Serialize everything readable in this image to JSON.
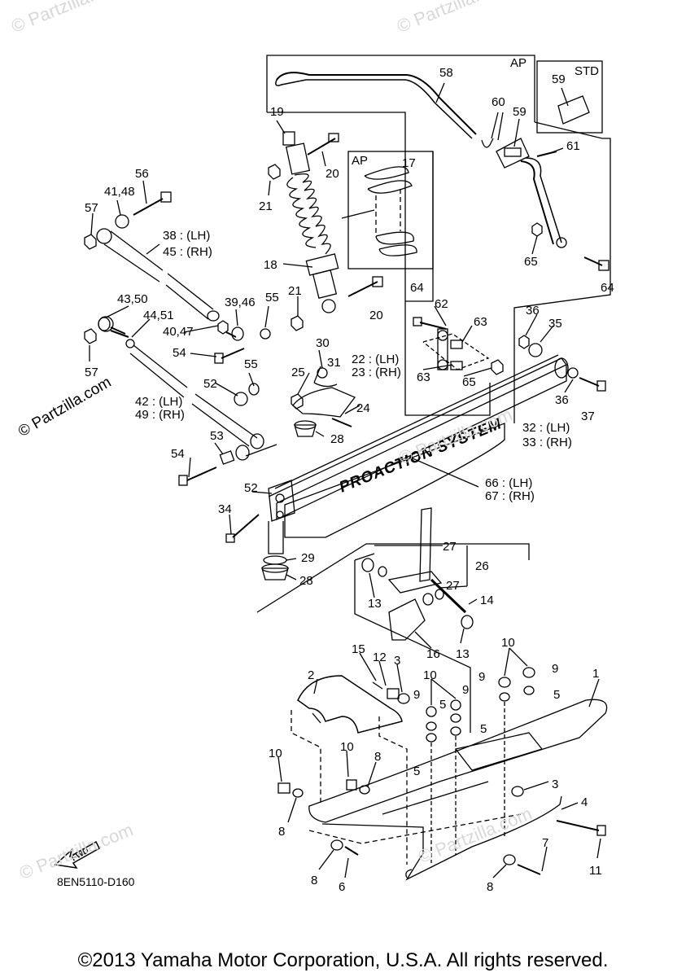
{
  "watermarks": {
    "main": "© Partzilla.com",
    "faint": [
      "© Partzilla.com",
      "© Partzilla.com",
      "© Partzilla.com",
      "© Partzilla.com",
      "© Partzilla.com"
    ]
  },
  "box_labels": {
    "ap_top": "AP",
    "std": "STD",
    "ap_spring": "AP"
  },
  "parts": [
    {
      "id": "p58",
      "text": "58"
    },
    {
      "id": "p59a",
      "text": "59"
    },
    {
      "id": "p60",
      "text": "60"
    },
    {
      "id": "p59b",
      "text": "59"
    },
    {
      "id": "p61",
      "text": "61"
    },
    {
      "id": "p19",
      "text": "19"
    },
    {
      "id": "p20a",
      "text": "20"
    },
    {
      "id": "p21a",
      "text": "21"
    },
    {
      "id": "p17",
      "text": "17"
    },
    {
      "id": "p56",
      "text": "56"
    },
    {
      "id": "p4148",
      "text": "41,48"
    },
    {
      "id": "p57a",
      "text": "57"
    },
    {
      "id": "p38",
      "text": "38 : (LH)"
    },
    {
      "id": "p45",
      "text": "45 : (RH)"
    },
    {
      "id": "p18",
      "text": "18"
    },
    {
      "id": "p65a",
      "text": "65"
    },
    {
      "id": "p64a",
      "text": "64"
    },
    {
      "id": "p64b",
      "text": "64"
    },
    {
      "id": "p62",
      "text": "62"
    },
    {
      "id": "p63a",
      "text": "63"
    },
    {
      "id": "p63b",
      "text": "63"
    },
    {
      "id": "p65b",
      "text": "65"
    },
    {
      "id": "p36a",
      "text": "36"
    },
    {
      "id": "p35",
      "text": "35"
    },
    {
      "id": "p36b",
      "text": "36"
    },
    {
      "id": "p37",
      "text": "37"
    },
    {
      "id": "p4350",
      "text": "43,50"
    },
    {
      "id": "p4451",
      "text": "44,51"
    },
    {
      "id": "p3946",
      "text": "39,46"
    },
    {
      "id": "p55a",
      "text": "55"
    },
    {
      "id": "p21b",
      "text": "21"
    },
    {
      "id": "p20b",
      "text": "20"
    },
    {
      "id": "p4047",
      "text": "40,47"
    },
    {
      "id": "p57b",
      "text": "57"
    },
    {
      "id": "p54a",
      "text": "54"
    },
    {
      "id": "p55b",
      "text": "55"
    },
    {
      "id": "p30",
      "text": "30"
    },
    {
      "id": "p31",
      "text": "31"
    },
    {
      "id": "p22",
      "text": "22 : (LH)"
    },
    {
      "id": "p23",
      "text": "23 : (RH)"
    },
    {
      "id": "p25",
      "text": "25"
    },
    {
      "id": "p24",
      "text": "24"
    },
    {
      "id": "p52a",
      "text": "52"
    },
    {
      "id": "p42",
      "text": "42 : (LH)"
    },
    {
      "id": "p49",
      "text": "49 : (RH)"
    },
    {
      "id": "p28a",
      "text": "28"
    },
    {
      "id": "p32",
      "text": "32 : (LH)"
    },
    {
      "id": "p33",
      "text": "33 : (RH)"
    },
    {
      "id": "p53",
      "text": "53"
    },
    {
      "id": "p54b",
      "text": "54"
    },
    {
      "id": "p52b",
      "text": "52"
    },
    {
      "id": "p66",
      "text": "66 : (LH)"
    },
    {
      "id": "p67",
      "text": "67 : (RH)"
    },
    {
      "id": "p34",
      "text": "34"
    },
    {
      "id": "p29",
      "text": "29"
    },
    {
      "id": "p28b",
      "text": "28"
    },
    {
      "id": "p27a",
      "text": "27"
    },
    {
      "id": "p26",
      "text": "26"
    },
    {
      "id": "p27b",
      "text": "27"
    },
    {
      "id": "p13a",
      "text": "13"
    },
    {
      "id": "p14",
      "text": "14"
    },
    {
      "id": "p16",
      "text": "16"
    },
    {
      "id": "p13b",
      "text": "13"
    },
    {
      "id": "p2",
      "text": "2"
    },
    {
      "id": "p15",
      "text": "15"
    },
    {
      "id": "p12",
      "text": "12"
    },
    {
      "id": "p3a",
      "text": "3"
    },
    {
      "id": "p10a",
      "text": "10"
    },
    {
      "id": "p10b",
      "text": "10"
    },
    {
      "id": "p9a",
      "text": "9"
    },
    {
      "id": "p9b",
      "text": "9"
    },
    {
      "id": "p9c",
      "text": "9"
    },
    {
      "id": "p9d",
      "text": "9"
    },
    {
      "id": "p5a",
      "text": "5"
    },
    {
      "id": "p5b",
      "text": "5"
    },
    {
      "id": "p5c",
      "text": "5"
    },
    {
      "id": "p5d",
      "text": "5"
    },
    {
      "id": "p1",
      "text": "1"
    },
    {
      "id": "p10c",
      "text": "10"
    },
    {
      "id": "p10d",
      "text": "10"
    },
    {
      "id": "p8a",
      "text": "8"
    },
    {
      "id": "p3b",
      "text": "3"
    },
    {
      "id": "p4",
      "text": "4"
    },
    {
      "id": "p8b",
      "text": "8"
    },
    {
      "id": "p7",
      "text": "7"
    },
    {
      "id": "p11",
      "text": "11"
    },
    {
      "id": "p8c",
      "text": "8"
    },
    {
      "id": "p6",
      "text": "6"
    },
    {
      "id": "p8d",
      "text": "8"
    }
  ],
  "ski_text": "PROACTION SYSTEM",
  "fwd_label": "FWD",
  "diagram_code": "8EN5110-D160",
  "copyright": "©2013 Yamaha Motor Corporation, U.S.A. All rights reserved."
}
